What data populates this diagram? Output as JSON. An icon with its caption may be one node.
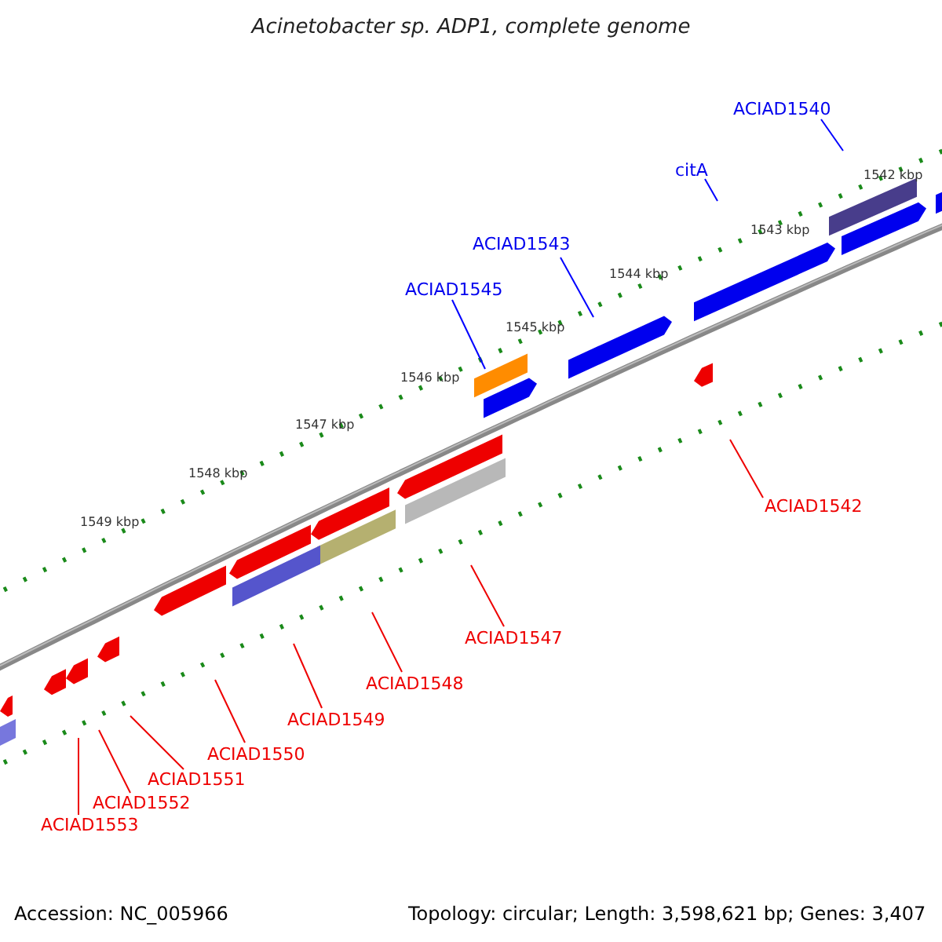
{
  "diagram": {
    "title": "Acinetobacter sp. ADP1, complete genome",
    "nodes": [
      {
        "text": [
          "ACIAD1540"
        ]
      },
      {
        "text": [
          "citA"
        ]
      },
      {
        "text": [
          "ACIAD1543"
        ]
      },
      {
        "text": [
          "ACIAD1545"
        ]
      },
      {
        "text": [
          "ACIAD1542"
        ]
      },
      {
        "text": [
          "ACIAD1547"
        ]
      },
      {
        "text": [
          "ACIAD1548"
        ]
      },
      {
        "text": [
          "ACIAD1549"
        ]
      },
      {
        "text": [
          "ACIAD1550"
        ]
      },
      {
        "text": [
          "ACIAD1551"
        ]
      },
      {
        "text": [
          "ACIAD1552"
        ]
      },
      {
        "text": [
          "ACIAD1553"
        ]
      }
    ],
    "edges": [
      {
        "from": 0,
        "to": null,
        "arrow": "none",
        "color": "#0000ff"
      },
      {
        "from": 1,
        "to": null,
        "arrow": "none",
        "color": "#0000ff"
      },
      {
        "from": 2,
        "to": null,
        "arrow": "none",
        "color": "#0000ff"
      },
      {
        "from": 3,
        "to": null,
        "arrow": "none",
        "color": "#0000ff"
      },
      {
        "from": 4,
        "to": null,
        "arrow": "none"
      },
      {
        "from": 5,
        "to": null,
        "arrow": "none"
      },
      {
        "from": 6,
        "to": null,
        "arrow": "none"
      },
      {
        "from": 7,
        "to": null,
        "arrow": "none"
      },
      {
        "from": 8,
        "to": null,
        "arrow": "none"
      },
      {
        "from": 9,
        "to": null,
        "arrow": "none"
      },
      {
        "from": 10,
        "to": null,
        "arrow": "none"
      },
      {
        "from": 11,
        "to": null,
        "arrow": "none"
      }
    ],
    "labels": [
      "1542 kbp",
      "1543 kbp",
      "1544 kbp",
      "1545 kbp",
      "1546 kbp",
      "1547 kbp",
      "1548 kbp",
      "1549 kbp",
      "Accession: NC_005966",
      "Topology: circular; Length: 3,598,621 bp; Genes: 3,407"
    ]
  }
}
